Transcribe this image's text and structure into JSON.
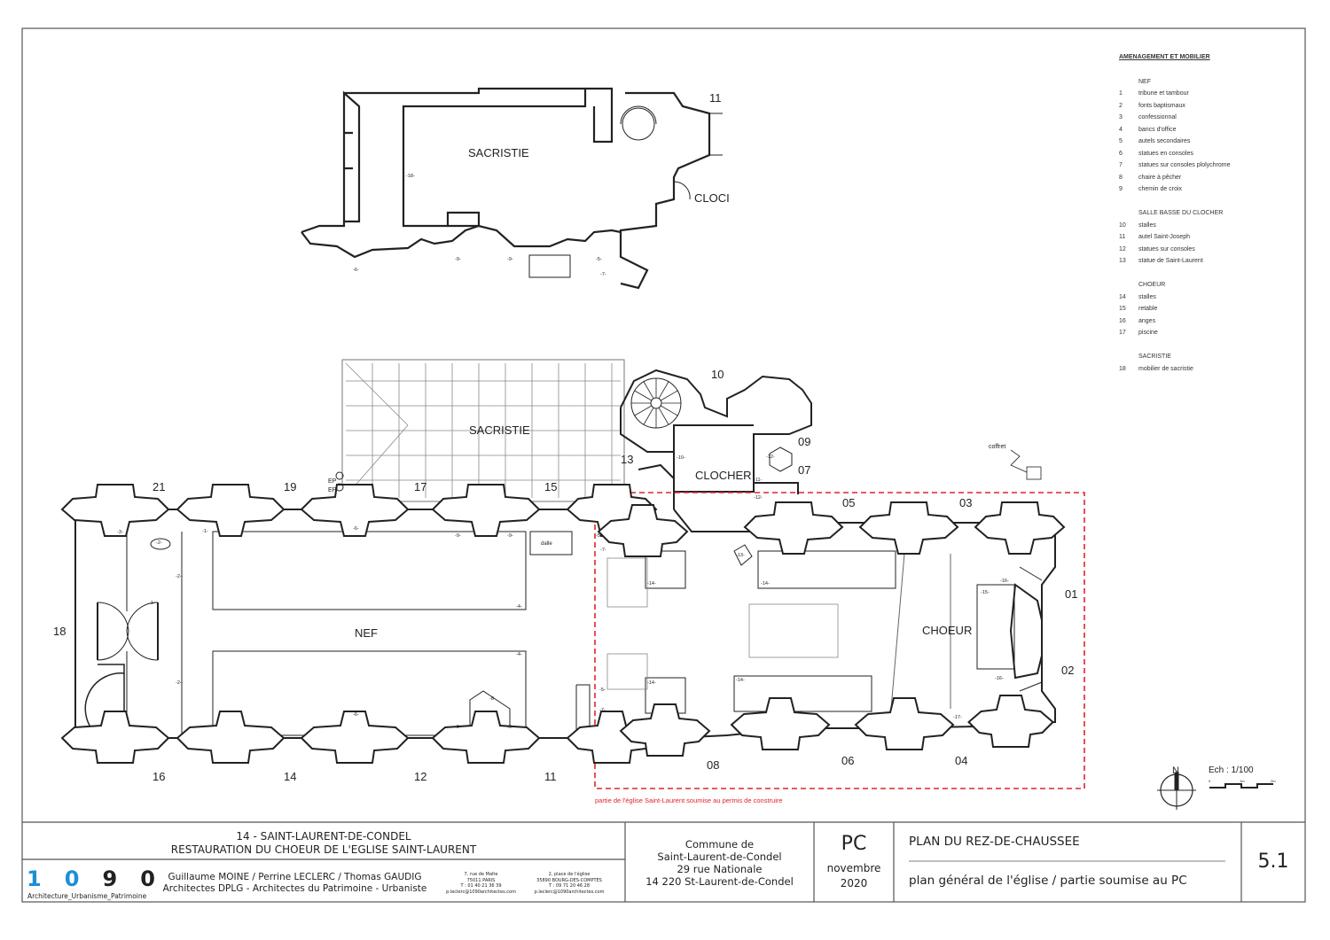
{
  "legend": {
    "title": "AMENAGEMENT ET MOBILIER",
    "sections": [
      {
        "name": "NEF",
        "items": [
          {
            "n": "1",
            "label": "tribune et tambour"
          },
          {
            "n": "2",
            "label": "fonts baptismaux"
          },
          {
            "n": "3",
            "label": "confessionnal"
          },
          {
            "n": "4",
            "label": "bancs d'office"
          },
          {
            "n": "5",
            "label": "autels secondaires"
          },
          {
            "n": "6",
            "label": "statues en consoles"
          },
          {
            "n": "7",
            "label": "statues sur consoles plolychrome"
          },
          {
            "n": "8",
            "label": "chaire à pêcher"
          },
          {
            "n": "9",
            "label": "chemin de croix"
          }
        ]
      },
      {
        "name": "SALLE BASSE DU CLOCHER",
        "items": [
          {
            "n": "10",
            "label": "stalles"
          },
          {
            "n": "11",
            "label": "autel Saint-Joseph"
          },
          {
            "n": "12",
            "label": "statues sur consoles"
          },
          {
            "n": "13",
            "label": "statue de Saint-Laurent"
          }
        ]
      },
      {
        "name": "CHOEUR",
        "items": [
          {
            "n": "14",
            "label": "stalles"
          },
          {
            "n": "15",
            "label": "retable"
          },
          {
            "n": "16",
            "label": "anges"
          },
          {
            "n": "17",
            "label": "piscine"
          }
        ]
      },
      {
        "name": "SACRISTIE",
        "items": [
          {
            "n": "18",
            "label": "mobilier de sacristie"
          }
        ]
      }
    ]
  },
  "plan": {
    "rooms": {
      "sacristie_top": "SACRISTIE",
      "clocher_top": "CLOCI",
      "sacristie": "SACRISTIE",
      "clocher": "CLOCHER",
      "nef": "NEF",
      "choeur": "CHOEUR"
    },
    "bays": {
      "top_11": "11",
      "b21": "21",
      "b19": "19",
      "b17": "17",
      "b15": "15",
      "b16": "16",
      "b14": "14",
      "b12": "12",
      "b11": "11",
      "b18": "18",
      "b10": "10",
      "b09": "09",
      "b07": "07",
      "b13": "13",
      "b05": "05",
      "b03": "03",
      "b01": "01",
      "b02": "02",
      "b08": "08",
      "b06": "06",
      "b04": "04"
    },
    "tags": [
      "-18-",
      "-9-",
      "-9-",
      "-6-",
      "-5-",
      "-7-",
      "-3-",
      "-2-",
      "-1-",
      "-1-",
      "-2-",
      "-2-",
      "-6-",
      "-9-",
      "-9-",
      "-5-",
      "-7-",
      "-4-",
      "-4-",
      "-6-",
      "-8-",
      "-9-",
      "-9-",
      "-5-",
      "-7-",
      "-10-",
      "-11-",
      "-12-",
      "-12-",
      "-13-",
      "-14-",
      "-14-",
      "-14-",
      "-14-",
      "-15-",
      "-16-",
      "-16-",
      "-17-"
    ],
    "dalle": "dalle",
    "ep1": "EP",
    "ep2": "EP",
    "coffret": "coffret",
    "permit_note": "partie de l'église Saint-Laurent soumise au permis de construire",
    "scale": "Ech : 1/100",
    "scale_ticks": [
      "0",
      "1m",
      "2m"
    ],
    "north": "N"
  },
  "colors": {
    "permit_outline": "#e0242b",
    "logo_blue": "#1e8fd6"
  },
  "titleblock": {
    "project_line1": "14 - SAINT-LAURENT-DE-CONDEL",
    "project_line2": "RESTAURATION DU CHOEUR DE L'EGLISE SAINT-LAURENT",
    "logo": [
      "1",
      "0",
      "9",
      "0"
    ],
    "logo_sub": "Architecture_Urbanisme_Patrimoine",
    "architects": "Guillaume MOINE / Perrine LECLERC / Thomas GAUDIG",
    "architects_sub": "Architectes DPLG - Architectes du Patrimoine - Urbaniste",
    "office1": [
      "7, rue de Malte",
      "75011 PARIS",
      "T : 01 40 21 36 39",
      "p.leclerc@1090architectes.com"
    ],
    "office2": [
      "2, place de l'église",
      "35890 BOURG-DES-COMPTES",
      "T : 09 71 20 46 28",
      "p.leclerc@1090architectes.com"
    ],
    "commune": [
      "Commune de",
      "Saint-Laurent-de-Condel",
      "29 rue Nationale",
      "14 220 St-Laurent-de-Condel"
    ],
    "phase": "PC",
    "date": [
      "novembre",
      "2020"
    ],
    "sheet_title": "PLAN DU REZ-DE-CHAUSSEE",
    "sheet_subtitle": "plan général de l'église / partie soumise au PC",
    "sheet_number": "5.1"
  }
}
